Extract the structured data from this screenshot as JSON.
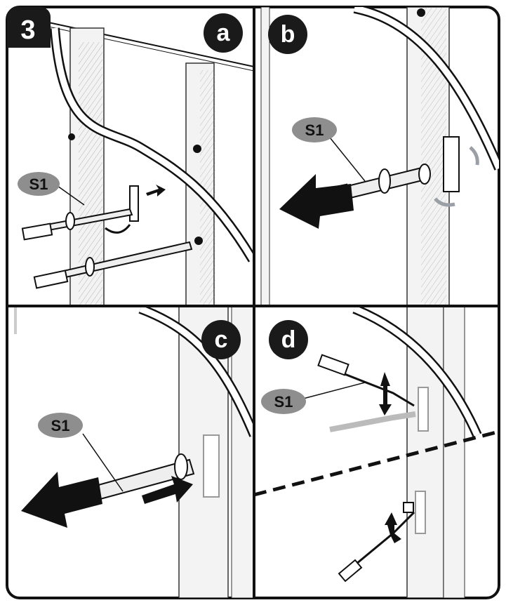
{
  "step": "3",
  "panels": [
    {
      "letter": "a",
      "callout": "S1"
    },
    {
      "letter": "b",
      "callout": "S1"
    },
    {
      "letter": "c",
      "callout": "S1"
    },
    {
      "letter": "d",
      "callout": "S1"
    }
  ],
  "colors": {
    "outline": "#111111",
    "badge": "#1a1a1a",
    "callout_fill": "#8e8e8e",
    "callout_text": "#111111",
    "rotate_arrow": "#9aa0a6",
    "wall_fill": "#d9d9d9",
    "background": "#ffffff"
  }
}
